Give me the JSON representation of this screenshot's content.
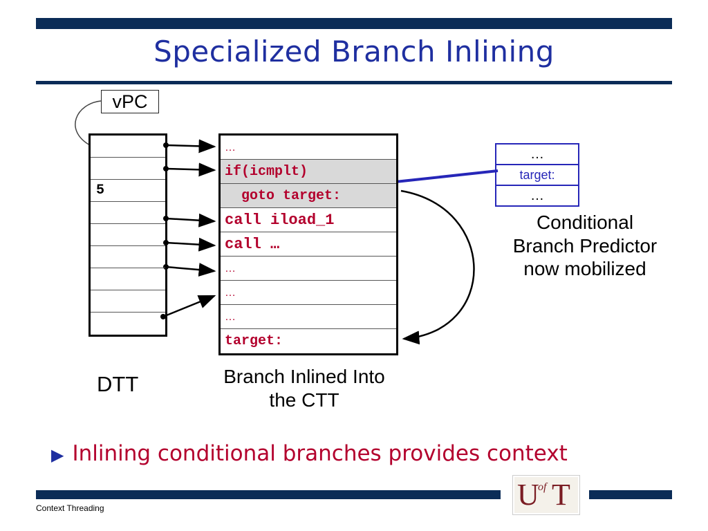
{
  "title": "Specialized Branch Inlining",
  "vpc_label": "vPC",
  "dtt": {
    "caption": "DTT",
    "cells": [
      "",
      "",
      "5",
      "",
      "",
      "",
      "",
      "",
      ""
    ]
  },
  "ctt": {
    "caption": "Branch Inlined Into the CTT",
    "cells": [
      "…",
      "if(icmplt)",
      "  goto target:",
      "call iload_1",
      "call …",
      "…",
      "…",
      "…",
      "target:"
    ]
  },
  "predictor": {
    "cells": [
      "…",
      "target:",
      "…"
    ],
    "caption": "Conditional Branch Predictor now mobilized"
  },
  "bullet": "Inlining conditional branches provides context",
  "footer": "Context Threading",
  "logo": {
    "u": "U",
    "of": "of",
    "t": "T"
  },
  "colors": {
    "navy": "#0b2c57",
    "title_blue": "#1f2fa0",
    "code_red": "#b3002d",
    "predictor_blue": "#2626b8"
  }
}
